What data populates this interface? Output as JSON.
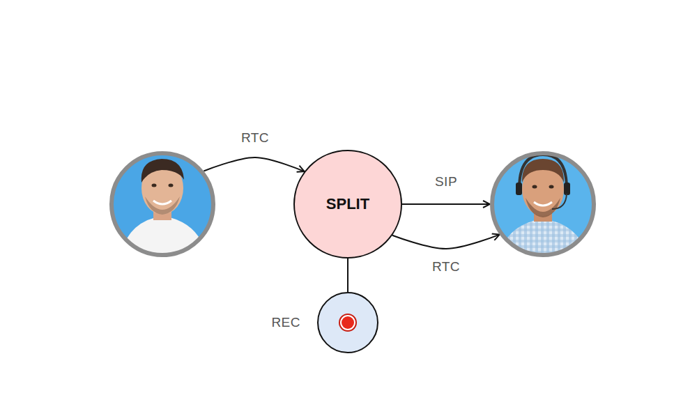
{
  "diagram": {
    "nodes": [
      {
        "text": []
      },
      {
        "text": [
          "SPLIT"
        ]
      },
      {
        "text": []
      },
      {
        "text": [
          "REC"
        ]
      }
    ],
    "edges": [
      {
        "from": 0,
        "to": 1,
        "arrow": "to",
        "label": "RTC"
      },
      {
        "from": 1,
        "to": 2,
        "arrow": "to",
        "label": "SIP"
      },
      {
        "from": 1,
        "to": 2,
        "arrow": "to",
        "label": "RTC"
      },
      {
        "from": 1,
        "to": 3,
        "arrow": "none"
      }
    ]
  }
}
